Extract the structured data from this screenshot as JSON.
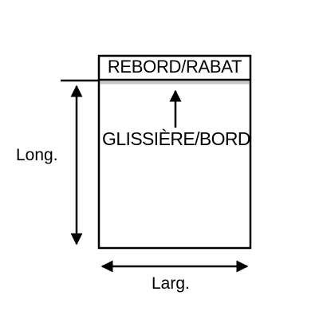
{
  "diagram": {
    "labels": {
      "flap": "REBORD/RABAT",
      "seal": "GLISSIÈRE/BORD",
      "length": "Long.",
      "width": "Larg."
    },
    "colors": {
      "stroke": "#000000",
      "seal_band": "#c8c8c8",
      "background": "#ffffff"
    },
    "icons": {
      "seal_pointer": "arrow-up-icon",
      "length_dimension": "double-arrow-vertical-icon",
      "width_dimension": "double-arrow-horizontal-icon"
    }
  }
}
